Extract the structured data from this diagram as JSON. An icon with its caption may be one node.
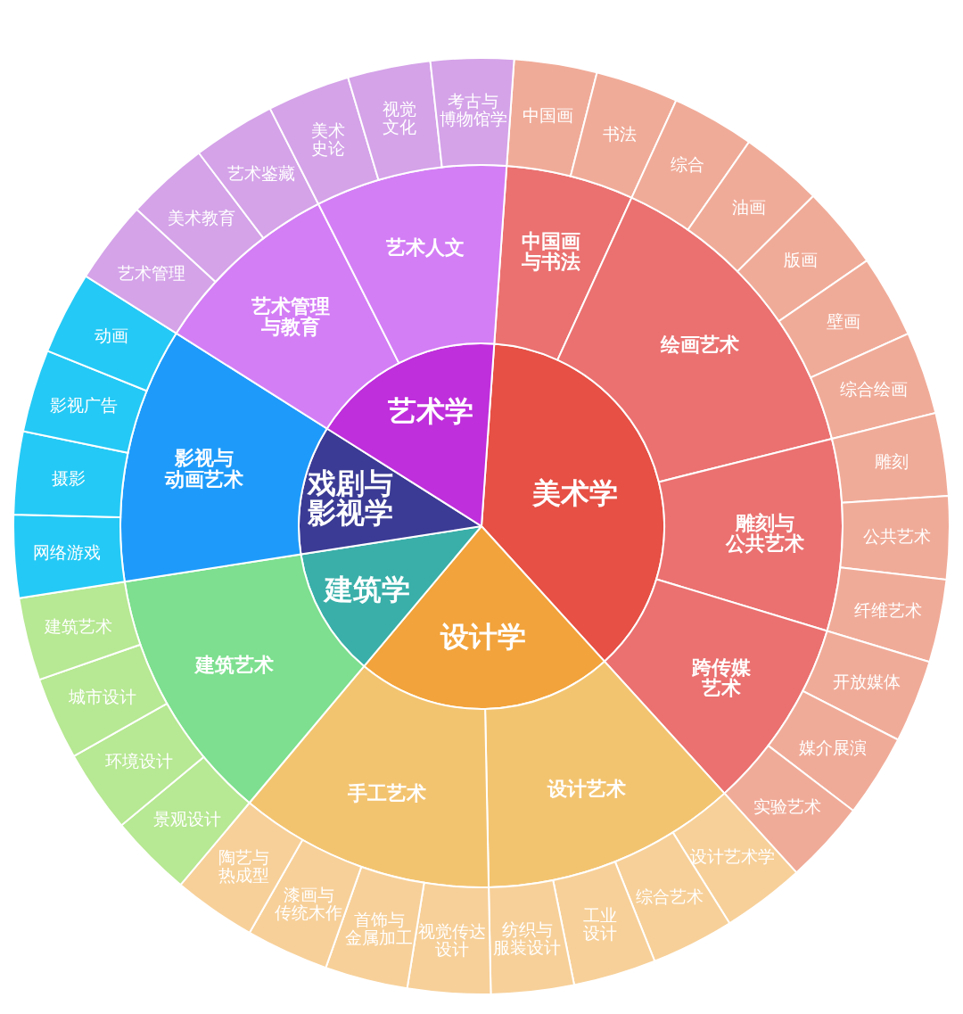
{
  "diagram": {
    "nodes": [
      {
        "text": [
          "美术学"
        ]
      },
      {
        "text": [
          "设计学"
        ]
      },
      {
        "text": [
          "建筑学"
        ]
      },
      {
        "text": [
          "戏剧与影视学"
        ]
      },
      {
        "text": [
          "艺术学"
        ]
      },
      {
        "text": [
          "中国画与书法"
        ]
      },
      {
        "text": [
          "绘画艺术"
        ]
      },
      {
        "text": [
          "雕刻与公共艺术"
        ]
      },
      {
        "text": [
          "跨传媒艺术"
        ]
      },
      {
        "text": [
          "设计艺术"
        ]
      },
      {
        "text": [
          "手工艺术"
        ]
      },
      {
        "text": [
          "建筑艺术"
        ]
      },
      {
        "text": [
          "影视与动画艺术"
        ]
      },
      {
        "text": [
          "艺术管理与教育"
        ]
      },
      {
        "text": [
          "艺术人文"
        ]
      },
      {
        "text": [
          "中国画"
        ]
      },
      {
        "text": [
          "书法"
        ]
      },
      {
        "text": [
          "综合"
        ]
      },
      {
        "text": [
          "油画"
        ]
      },
      {
        "text": [
          "版画"
        ]
      },
      {
        "text": [
          "壁画"
        ]
      },
      {
        "text": [
          "综合绘画"
        ]
      },
      {
        "text": [
          "雕刻"
        ]
      },
      {
        "text": [
          "公共艺术"
        ]
      },
      {
        "text": [
          "纤维艺术"
        ]
      },
      {
        "text": [
          "开放媒体"
        ]
      },
      {
        "text": [
          "媒介展演"
        ]
      },
      {
        "text": [
          "实验艺术"
        ]
      },
      {
        "text": [
          "设计艺术学"
        ]
      },
      {
        "text": [
          "综合艺术"
        ]
      },
      {
        "text": [
          "工业设计"
        ]
      },
      {
        "text": [
          "纺织与服装设计"
        ]
      },
      {
        "text": [
          "视觉传达设计"
        ]
      },
      {
        "text": [
          "首饰与金属加工"
        ]
      },
      {
        "text": [
          "漆画与传统木作"
        ]
      },
      {
        "text": [
          "陶艺与热成型"
        ]
      },
      {
        "text": [
          "景观设计"
        ]
      },
      {
        "text": [
          "环境设计"
        ]
      },
      {
        "text": [
          "城市设计"
        ]
      },
      {
        "text": [
          "建筑艺术"
        ]
      },
      {
        "text": [
          "网络游戏"
        ]
      },
      {
        "text": [
          "摄影"
        ]
      },
      {
        "text": [
          "影视广告"
        ]
      },
      {
        "text": [
          "动画"
        ]
      },
      {
        "text": [
          "艺术管理"
        ]
      },
      {
        "text": [
          "美术教育"
        ]
      },
      {
        "text": [
          "艺术鉴藏"
        ]
      },
      {
        "text": [
          "美术史论"
        ]
      },
      {
        "text": [
          "视觉文化"
        ]
      },
      {
        "text": [
          "考古与博物馆学"
        ]
      }
    ]
  }
}
